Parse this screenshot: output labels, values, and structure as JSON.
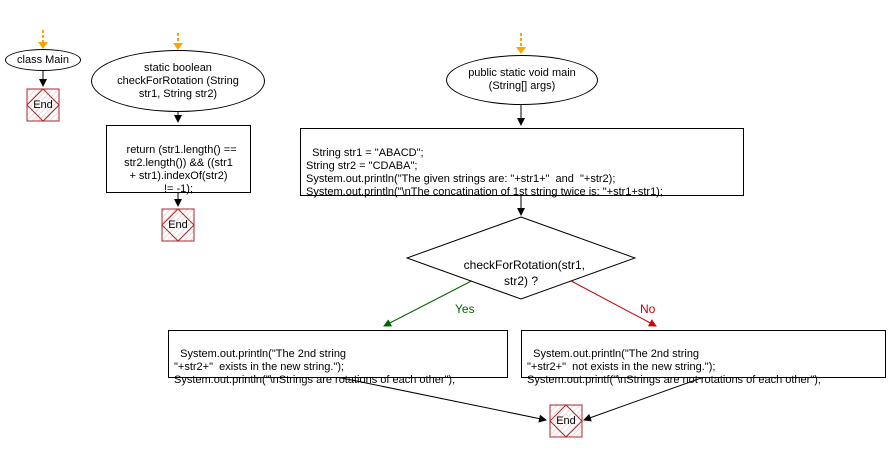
{
  "main_class": {
    "label": "class Main",
    "end": "End"
  },
  "method": {
    "signature": "static boolean\ncheckForRotation (String\nstr1, String str2)",
    "body": "return (str1.length() ==\nstr2.length()) && ((str1\n+ str1).indexOf(str2)\n!= -1);",
    "end": "End"
  },
  "main_method": {
    "signature": "public static void main\n(String[] args)",
    "statements": "String str1 = \"ABACD\";\nString str2 = \"CDABA\";\nSystem.out.println(\"The given strings are: \"+str1+\"  and  \"+str2);\nSystem.out.println(\"\\nThe concatination of 1st string twice is: \"+str1+str1);",
    "decision": "checkForRotation(str1,\nstr2) ?",
    "yes_label": "Yes",
    "no_label": "No",
    "yes_branch": "System.out.println(\"The 2nd string\n\"+str2+\"  exists in the new string.\");\nSystem.out.println(\"\\nStrings are rotations of each other\");",
    "no_branch": "System.out.println(\"The 2nd string\n\"+str2+\"  not exists in the new string.\");\nSystem.out.printf(\"\\nStrings are not rotations of each other\");",
    "end": "End"
  },
  "colors": {
    "entry_arrow": "#FFA500",
    "end_border": "#A52A2A",
    "yes_line": "#006400",
    "no_line": "#CC0000"
  }
}
